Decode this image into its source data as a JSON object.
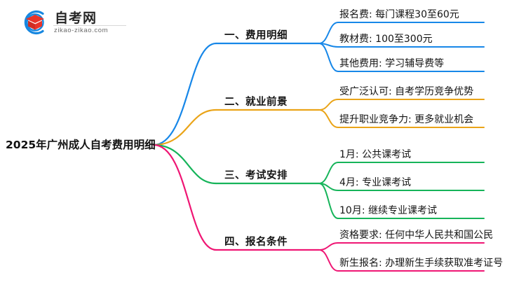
{
  "logo": {
    "mark_name": "zikao-logo-mark",
    "title": "自考网",
    "url": "zikao-zikao.com",
    "arc_color": "#1787e0",
    "cap_color": "#e8342a"
  },
  "mindmap": {
    "root": {
      "label": "2025年广州成人自考费用明细"
    },
    "branches": [
      {
        "id": "fee-details",
        "label": "一、费用明细",
        "color": "#1787e8",
        "children": [
          {
            "id": "registration-fee",
            "label": "报名费: 每门课程30至60元"
          },
          {
            "id": "textbook-fee",
            "label": "教材费: 100至300元"
          },
          {
            "id": "other-fee",
            "label": "其他费用: 学习辅导费等"
          }
        ]
      },
      {
        "id": "employment-prospects",
        "label": "二、就业前景",
        "color": "#eaa418",
        "children": [
          {
            "id": "widely-recognized",
            "label": "受广泛认可: 自考学历竞争优势"
          },
          {
            "id": "career-competitiveness",
            "label": "提升职业竞争力: 更多就业机会"
          }
        ]
      },
      {
        "id": "exam-schedule",
        "label": "三、考试安排",
        "color": "#16b45a",
        "children": [
          {
            "id": "january-exam",
            "label": "1月: 公共课考试"
          },
          {
            "id": "april-exam",
            "label": "4月: 专业课考试"
          },
          {
            "id": "october-exam",
            "label": "10月: 继续专业课考试"
          }
        ]
      },
      {
        "id": "application-requirements",
        "label": "四、报名条件",
        "color": "#ef1674",
        "children": [
          {
            "id": "eligibility",
            "label": "资格要求: 任何中华人民共和国公民"
          },
          {
            "id": "new-student-registration",
            "label": "新生报名: 办理新生手续获取准考证号"
          }
        ]
      }
    ]
  }
}
